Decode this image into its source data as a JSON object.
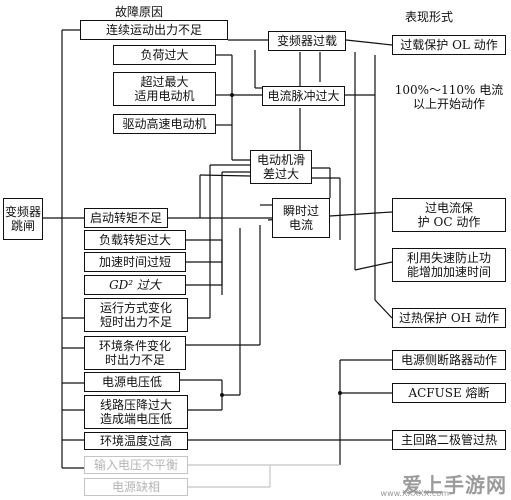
{
  "headers": {
    "causes": "故障原因",
    "forms": "表现形式"
  },
  "inverter_trip": "变频器\n跳闸",
  "causes": [
    "连续运动出力不足",
    "负荷过大",
    "超过最大\n适用电动机",
    "驱动高速电动机",
    "启动转矩不足",
    "负载转矩过大",
    "加速时间过短",
    "GD² 过大",
    "运行方式变化\n短时出力不足",
    "环境条件变化\n时出力不足",
    "电源电压低",
    "线路压降过大\n造成端电压低",
    "环境温度过高",
    "输入电压不平衡",
    "电源缺相"
  ],
  "middle": {
    "overload": "变频器过载",
    "pulse": "电流脉冲过大",
    "slip": "电动机滑\n差过大",
    "instant": "瞬时过\n电流"
  },
  "forms": [
    "过载保护 OL 动作",
    "100%～110% 电流\n以上开始动作",
    "过电流保\n护 OC 动作",
    "利用失速防止功\n能增加加速时间",
    "过热保护 OH 动作",
    "电源侧断路器动作",
    "ACFUSE 熔断",
    "主回路二极管过热"
  ],
  "watermark": {
    "text": "爱上手游网",
    "sub": "www.XXXXX.com"
  }
}
